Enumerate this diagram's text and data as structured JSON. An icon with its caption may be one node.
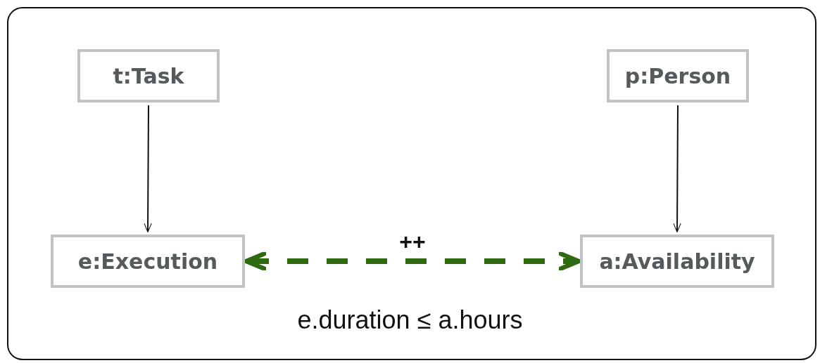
{
  "diagram": {
    "nodes": [
      {
        "text": [
          "t:Task"
        ]
      },
      {
        "text": [
          "p:Person"
        ]
      },
      {
        "text": [
          "e:Execution"
        ]
      },
      {
        "text": [
          "a:Availability"
        ]
      }
    ],
    "edges": [
      {
        "from": 0,
        "to": 2,
        "arrow": "to"
      },
      {
        "from": 1,
        "to": 3,
        "arrow": "to"
      },
      {
        "from": 2,
        "to": 3,
        "arrow": "both",
        "label": "++",
        "style": "dashed",
        "color": "#2e6a0f"
      }
    ],
    "labels": [
      "e.duration ≤ a.hours"
    ]
  }
}
